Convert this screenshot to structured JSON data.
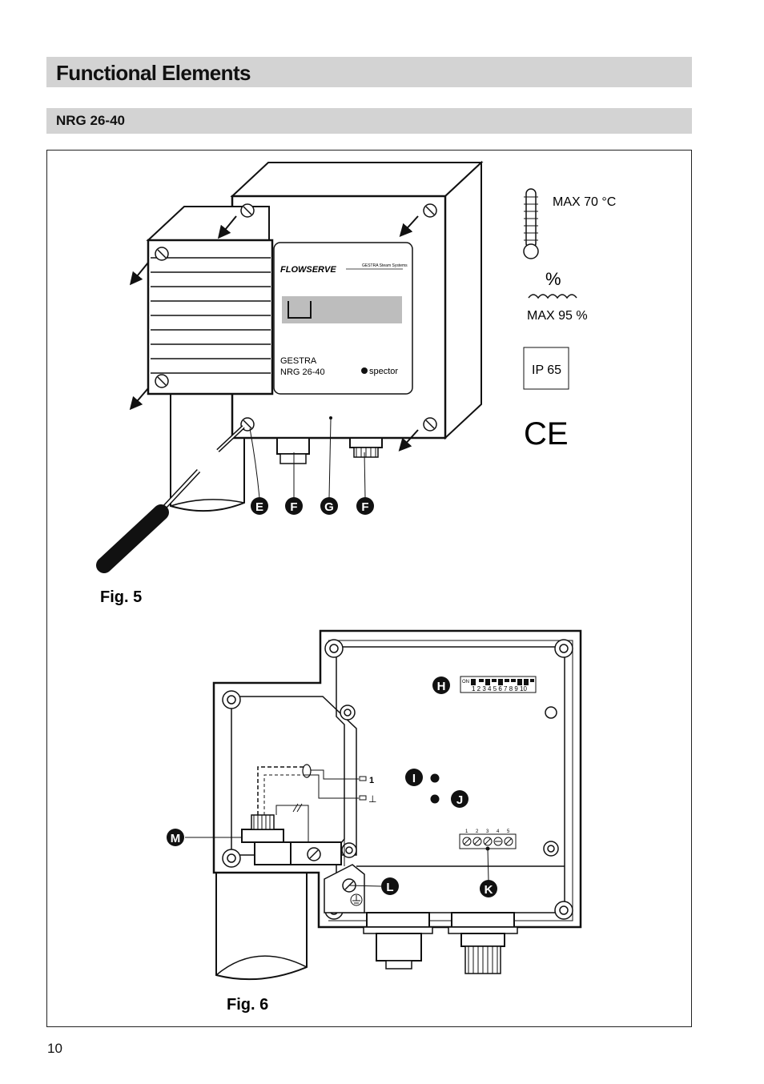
{
  "header": {
    "title": "Functional Elements",
    "subtitle": "NRG 26-40"
  },
  "fig5": {
    "caption": "Fig. 5",
    "brand": "FLOWSERVE",
    "brand_tagline": "GESTRA Steam Systems",
    "product_line1": "GESTRA",
    "product_line2": "NRG 26-40",
    "product_logo": "spector",
    "callouts": [
      "E",
      "F",
      "G",
      "F"
    ],
    "ratings": {
      "temperature": "MAX 70 °C",
      "humidity_symbol": "%",
      "humidity": "MAX 95 %",
      "ip": "IP 65",
      "mark": "CE"
    }
  },
  "fig6": {
    "caption": "Fig. 6",
    "callouts": [
      "H",
      "I",
      "J",
      "K",
      "L",
      "M"
    ],
    "dip_switch": {
      "on_label": "ON",
      "numbers": "1 2 3 4 5 6 7 8 9 10"
    },
    "terminal_numbers": [
      "1",
      "2",
      "3",
      "4",
      "5"
    ],
    "wire_labels": [
      "1",
      "⊥"
    ]
  },
  "footer": {
    "page_number": "10"
  }
}
